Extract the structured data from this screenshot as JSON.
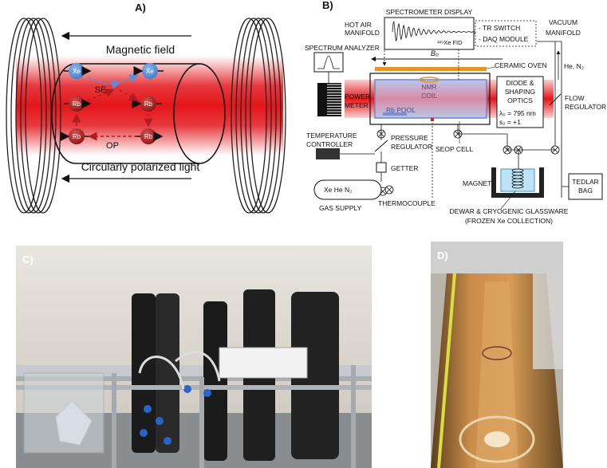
{
  "panelA": {
    "label": "A)",
    "magnetic_field": "Magnetic field",
    "light": "Circularly polarized light",
    "se": "SE",
    "op": "OP",
    "xe": "Xe",
    "rb": "Rb"
  },
  "panelB": {
    "label": "B)",
    "spectrometer_display": "SPECTROMETER DISPLAY",
    "hot_air_line1": "HOT AIR",
    "hot_air_line2": "MANIFOLD",
    "fid": "¹²⁹Xe FID",
    "tr_switch": "- TR SWITCH",
    "daq": "- DAQ MODULE",
    "vacuum_line1": "VACUUM",
    "vacuum_line2": "MANIFOLD",
    "spectrum_analyzer": "SPECTRUM ANALYZER",
    "b0": "B₀",
    "he_n2": "He, N₂",
    "ceramic_oven": "CERAMIC OVEN",
    "power_line1": "POWER",
    "power_line2": "METER",
    "nmr_line1": "NMR",
    "nmr_line2": "COIL",
    "rb_pool": "Rb POOL",
    "diode_line1": "DIODE &",
    "diode_line2": "SHAPING",
    "diode_line3": "OPTICS",
    "lambda": "λ₀ = 795 nm",
    "sz": "s₂ = +1",
    "flow_line1": "FLOW",
    "flow_line2": "REGULATOR",
    "temp_line1": "TEMPERATURE",
    "temp_line2": "CONTROLLER",
    "pressure_line1": "PRESSURE",
    "pressure_line2": "REGULATOR",
    "seop_cell": "SEOP CELL",
    "getter": "GETTER",
    "magnet": "MAGNET",
    "tedlar_line1": "TEDLAR",
    "tedlar_line2": "BAG",
    "gas_mix": "Xe He N₂",
    "gas_supply": "GAS SUPPLY",
    "thermocouple": "THERMOCOUPLE",
    "dewar_line1": "DEWAR & CRYOGENIC GLASSWARE",
    "dewar_line2": "(FROZEN Xe COLLECTION)"
  },
  "panelC": {
    "label": "C)"
  },
  "panelD": {
    "label": "D)"
  },
  "colors": {
    "laser": "#e3161b",
    "xe": "#3d7cc9",
    "rb": "#a11d1d"
  }
}
